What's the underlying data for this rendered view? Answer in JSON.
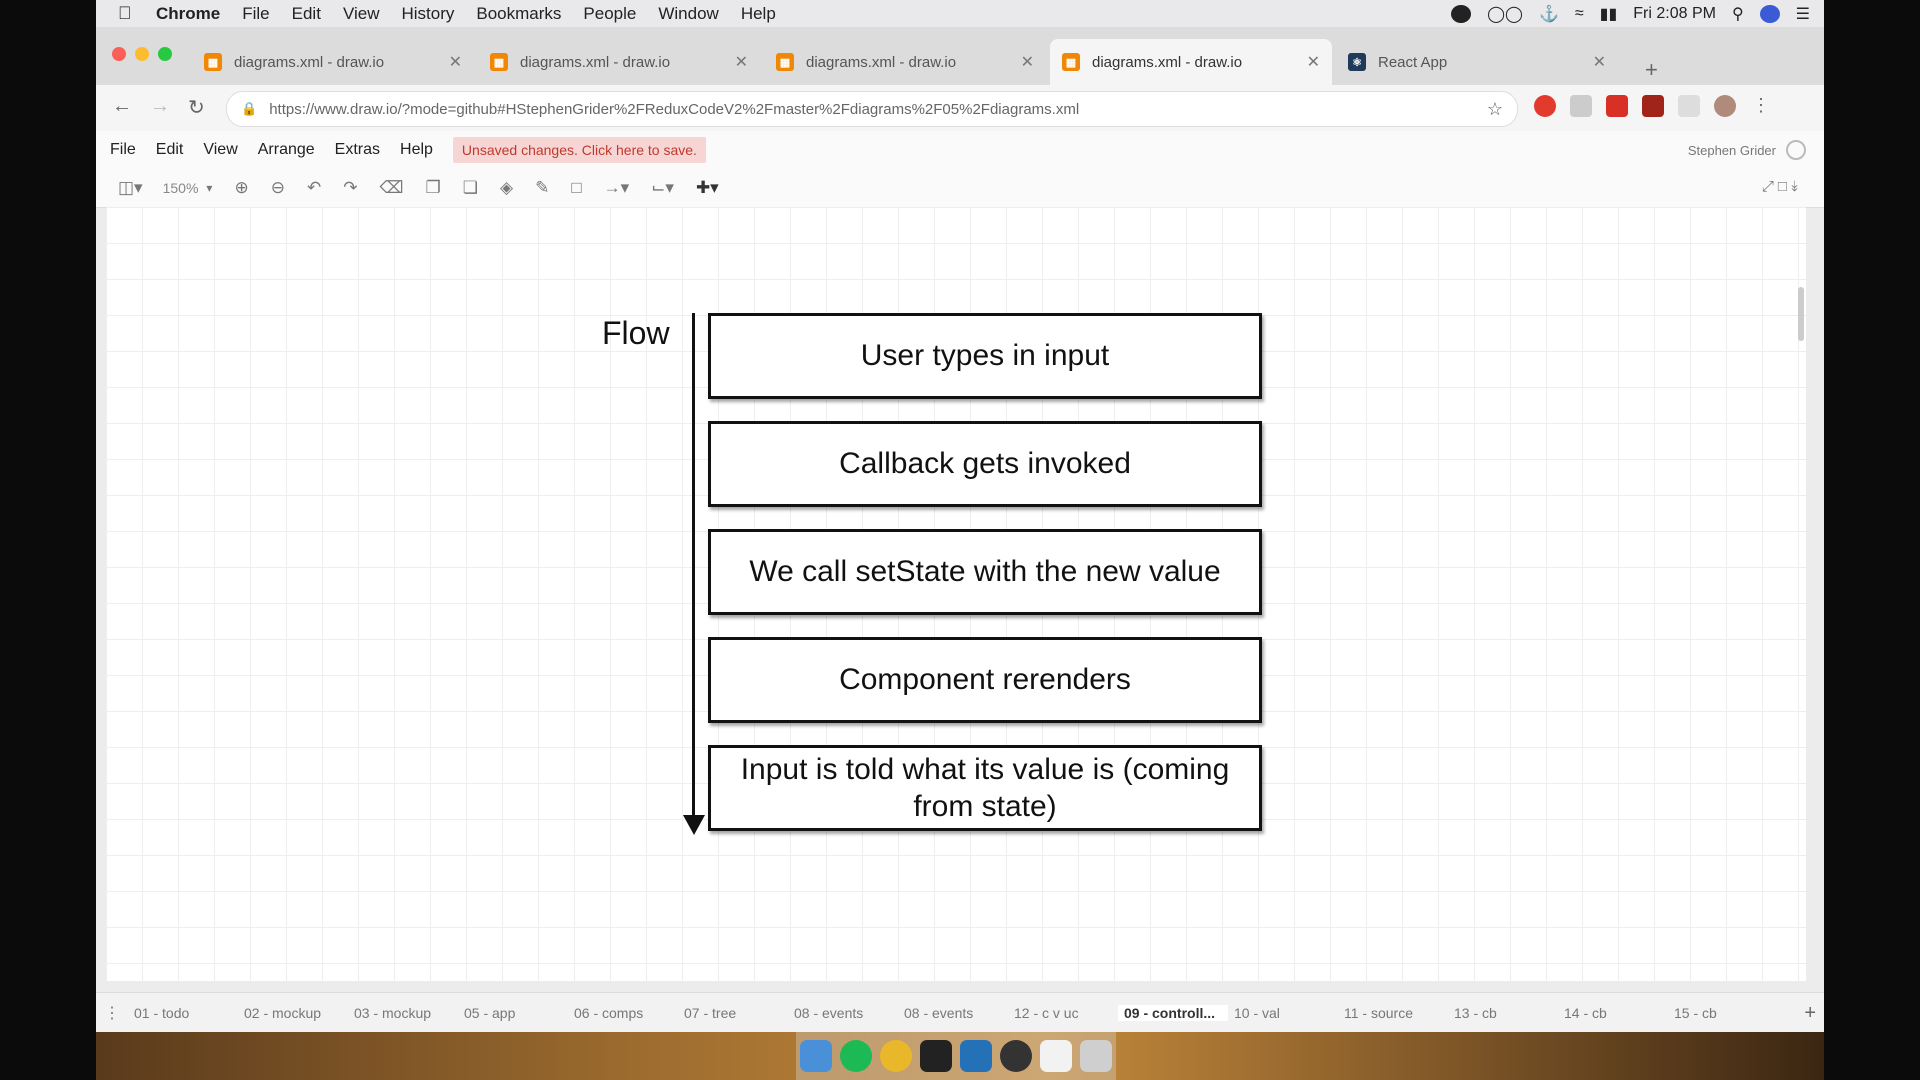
{
  "menubar": {
    "app_name": "Chrome",
    "items": [
      "File",
      "Edit",
      "View",
      "History",
      "Bookmarks",
      "People",
      "Window",
      "Help"
    ],
    "clock": "Fri 2:08 PM"
  },
  "tabs": [
    {
      "title": "diagrams.xml - draw.io",
      "active": false
    },
    {
      "title": "diagrams.xml - draw.io",
      "active": false
    },
    {
      "title": "diagrams.xml - draw.io",
      "active": false
    },
    {
      "title": "diagrams.xml - draw.io",
      "active": true
    },
    {
      "title": "React App",
      "active": false
    }
  ],
  "address": {
    "url": "https://www.draw.io/?mode=github#HStephenGrider%2FReduxCodeV2%2Fmaster%2Fdiagrams%2F05%2Fdiagrams.xml"
  },
  "app_menu": {
    "items": [
      "File",
      "Edit",
      "View",
      "Arrange",
      "Extras",
      "Help"
    ],
    "unsaved_notice": "Unsaved changes. Click here to save.",
    "user_name": "Stephen Grider"
  },
  "toolbar": {
    "zoom": "150%"
  },
  "diagram": {
    "flow_label": "Flow",
    "steps": [
      "User types in input",
      "Callback gets invoked",
      "We call setState with the new value",
      "Component rerenders",
      "Input is told what its value is (coming from state)"
    ]
  },
  "page_tabs": {
    "items": [
      "01 - todo",
      "02 - mockup",
      "03 - mockup",
      "05 - app",
      "06 - comps",
      "07 - tree",
      "08 - events",
      "08 - events",
      "12 - c v uc",
      "09 - controll...",
      "10 - val",
      "11 - source",
      "13 - cb",
      "14 - cb",
      "15 - cb"
    ],
    "active_index": 9
  },
  "colors": {
    "unsaved_bg": "#f7d5d5",
    "unsaved_text": "#c0392b",
    "drawio_orange": "#f08705"
  }
}
